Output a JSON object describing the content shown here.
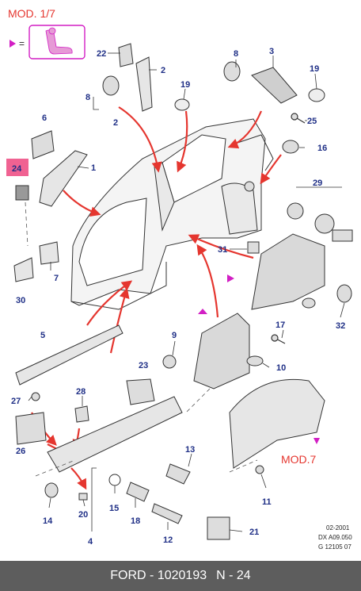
{
  "header": {
    "mod_title": "MOD. 1/7",
    "mod_bottom": "MOD.7",
    "legend_equals": "="
  },
  "callouts": [
    {
      "id": "c2a",
      "text": "2"
    },
    {
      "id": "c22",
      "text": "22"
    },
    {
      "id": "c8a",
      "text": "8"
    },
    {
      "id": "c3",
      "text": "3"
    },
    {
      "id": "c8b",
      "text": "8"
    },
    {
      "id": "c2b",
      "text": "2"
    },
    {
      "id": "c19",
      "text": "19"
    },
    {
      "id": "c19b",
      "text": "19"
    },
    {
      "id": "c25",
      "text": "25"
    },
    {
      "id": "c6",
      "text": "6"
    },
    {
      "id": "c16",
      "text": "16"
    },
    {
      "id": "c1",
      "text": "1"
    },
    {
      "id": "c24",
      "text": "24"
    },
    {
      "id": "c29",
      "text": "29"
    },
    {
      "id": "c31",
      "text": "31"
    },
    {
      "id": "c7",
      "text": "7"
    },
    {
      "id": "c30",
      "text": "30"
    },
    {
      "id": "c32",
      "text": "32"
    },
    {
      "id": "c5",
      "text": "5"
    },
    {
      "id": "c17",
      "text": "17"
    },
    {
      "id": "c9",
      "text": "9"
    },
    {
      "id": "c23",
      "text": "23"
    },
    {
      "id": "c10",
      "text": "10"
    },
    {
      "id": "c27",
      "text": "27"
    },
    {
      "id": "c28",
      "text": "28"
    },
    {
      "id": "c26",
      "text": "26"
    },
    {
      "id": "c13",
      "text": "13"
    },
    {
      "id": "c11",
      "text": "11"
    },
    {
      "id": "c14",
      "text": "14"
    },
    {
      "id": "c20",
      "text": "20"
    },
    {
      "id": "c15",
      "text": "15"
    },
    {
      "id": "c18",
      "text": "18"
    },
    {
      "id": "c4",
      "text": "4"
    },
    {
      "id": "c12",
      "text": "12"
    },
    {
      "id": "c21",
      "text": "21"
    }
  ],
  "reference": {
    "date": "02-2001",
    "code1": "DX A09.050",
    "code2": "G 12105 07"
  },
  "footer": {
    "brand": "FORD - 1020193",
    "page": "N - 24"
  },
  "colors": {
    "callout_blue": "#1f2f86",
    "accent_red": "#e5362f",
    "magenta": "#d21fc4",
    "highlight_pink": "#f06292",
    "footer_bg": "#5d5d5d"
  }
}
